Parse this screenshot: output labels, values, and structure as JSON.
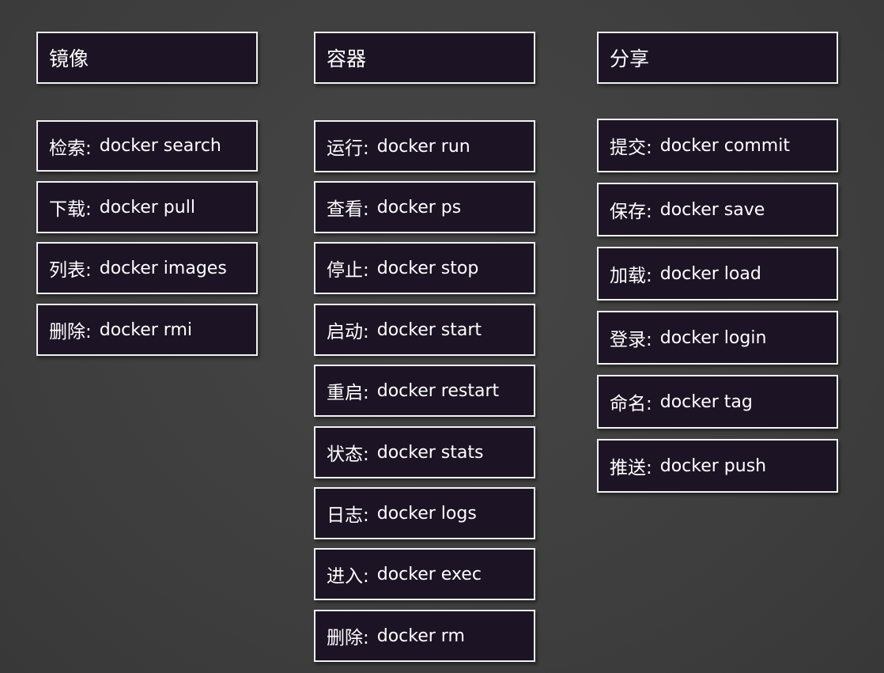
{
  "columns": [
    {
      "header": "镜像",
      "items": [
        {
          "label": "检索:",
          "command": "docker search"
        },
        {
          "label": "下载:",
          "command": "docker pull"
        },
        {
          "label": "列表:",
          "command": "docker images"
        },
        {
          "label": "删除:",
          "command": "docker rmi"
        }
      ]
    },
    {
      "header": "容器",
      "items": [
        {
          "label": "运行:",
          "command": "docker run"
        },
        {
          "label": "查看:",
          "command": "docker ps"
        },
        {
          "label": "停止:",
          "command": "docker stop"
        },
        {
          "label": "启动:",
          "command": "docker start"
        },
        {
          "label": "重启:",
          "command": "docker restart"
        },
        {
          "label": "状态:",
          "command": "docker stats"
        },
        {
          "label": "日志:",
          "command": "docker logs"
        },
        {
          "label": "进入:",
          "command": "docker exec"
        },
        {
          "label": "删除:",
          "command": "docker rm"
        }
      ]
    },
    {
      "header": "分享",
      "items": [
        {
          "label": "提交:",
          "command": "docker commit"
        },
        {
          "label": "保存:",
          "command": "docker save"
        },
        {
          "label": "加载:",
          "command": "docker load"
        },
        {
          "label": "登录:",
          "command": "docker login"
        },
        {
          "label": "命名:",
          "command": "docker tag"
        },
        {
          "label": "推送:",
          "command": "docker push"
        }
      ]
    }
  ],
  "colors": {
    "background": "#3f3f3f",
    "box_fill": "#1c1424",
    "box_border": "#f2f2f2",
    "text": "#ffffff"
  }
}
